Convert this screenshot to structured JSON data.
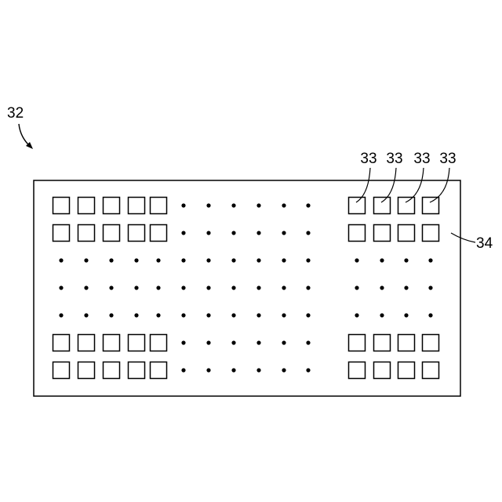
{
  "figure": {
    "assembly_label": "32",
    "cell_label": "33",
    "cell_label_count": 4,
    "panel_label": "34"
  },
  "grid": {
    "rows": 7,
    "columns": 15,
    "row_types": [
      "mixed",
      "mixed",
      "dots",
      "dots",
      "dots",
      "mixed",
      "mixed"
    ],
    "left_square_count": 5,
    "middle_dot_count": 6,
    "right_square_count": 4
  }
}
